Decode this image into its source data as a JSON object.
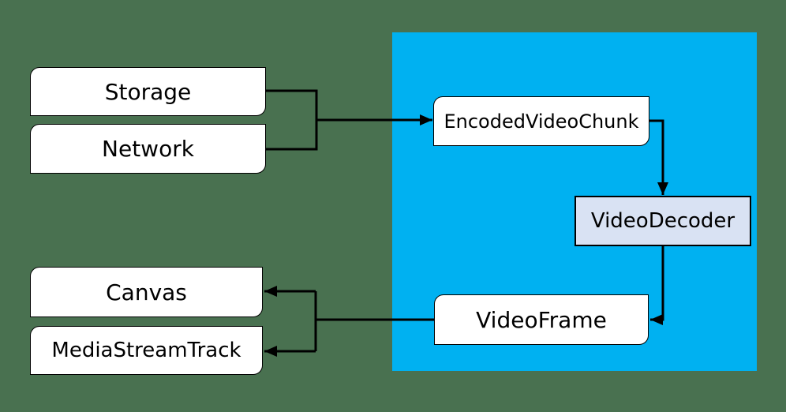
{
  "diagram": {
    "nodes": {
      "storage": {
        "label": "Storage"
      },
      "network": {
        "label": "Network"
      },
      "canvas": {
        "label": "Canvas"
      },
      "media_stream_track": {
        "label": "MediaStreamTrack"
      },
      "encoded_video_chunk": {
        "label": "EncodedVideoChunk"
      },
      "video_decoder": {
        "label": "VideoDecoder"
      },
      "video_frame": {
        "label": "VideoFrame"
      }
    },
    "edges": [
      {
        "from": "storage",
        "to": "encoded_video_chunk"
      },
      {
        "from": "network",
        "to": "encoded_video_chunk"
      },
      {
        "from": "encoded_video_chunk",
        "to": "video_decoder"
      },
      {
        "from": "video_decoder",
        "to": "video_frame"
      },
      {
        "from": "video_frame",
        "to": "canvas"
      },
      {
        "from": "video_frame",
        "to": "media_stream_track"
      }
    ],
    "colors": {
      "background": "#497150",
      "panel_fill": "#00B1F1",
      "node_fill": "#FFFFFF",
      "node_border": "#000000",
      "decoder_fill": "#D9E2F3",
      "connector": "#000000",
      "text": "#000000"
    }
  }
}
